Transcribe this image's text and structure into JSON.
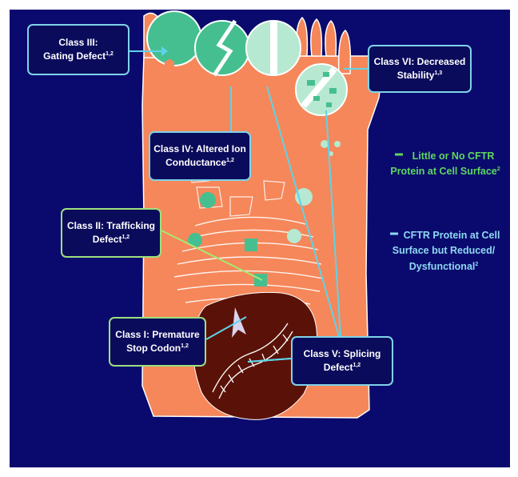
{
  "classes": {
    "class_iii": {
      "line1": "Class III:",
      "line2": "Gating Defect",
      "sup": "1,2"
    },
    "class_iv": {
      "line1": "Class IV: Altered Ion",
      "line2": "Conductance",
      "sup": "1,2"
    },
    "class_vi": {
      "line1": "Class VI: Decreased",
      "line2": "Stability",
      "sup": "1,3"
    },
    "class_ii": {
      "line1": "Class II: Trafficking",
      "line2": "Defect",
      "sup": "1,2"
    },
    "class_i": {
      "line1": "Class I: Premature",
      "line2": "Stop Codon",
      "sup": "1,2"
    },
    "class_v": {
      "line1": "Class V: Splicing",
      "line2": "Defect",
      "sup": "1,2"
    }
  },
  "legend": {
    "green": {
      "line1": "Little or No CFTR",
      "line2": "Protein at Cell Surface",
      "sup": "2"
    },
    "cyan": {
      "line1": "CFTR Protein at Cell",
      "line2": "Surface but Reduced/",
      "line3": "Dysfunctional",
      "sup": "2"
    }
  },
  "colors": {
    "background": "#0a0a6e",
    "cell": "#f5875a",
    "nucleus": "#5a1208",
    "protein_green": "#46bf90",
    "protein_light": "#b7e8d2",
    "connector_cyan": "#5fd3ea",
    "connector_green": "#a8e86f"
  }
}
